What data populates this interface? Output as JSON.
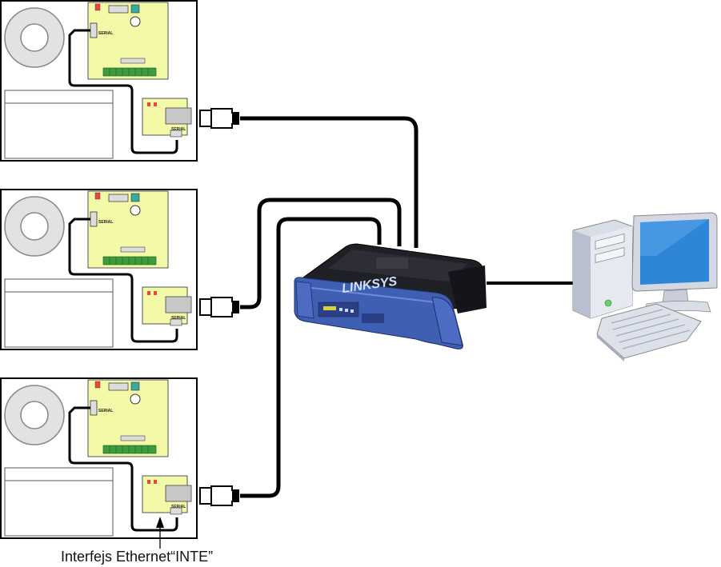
{
  "caption": "Interfejs Ethernet“INTE”",
  "panels": [
    {
      "serial_label": "SERIAL",
      "module_label": "SERIAL"
    },
    {
      "serial_label": "SERIAL",
      "module_label": "SERIAL"
    },
    {
      "serial_label": "SERIAL",
      "module_label": "SERIAL"
    }
  ],
  "router": {
    "brand": "LINKSYS"
  },
  "colors": {
    "board": "#f3f9a6",
    "cable": "#000000",
    "router_blue": "#3f5fb3",
    "router_dark": "#1c1c24",
    "monitor_screen": "#2f86d8",
    "computer_body": "#d9dde6"
  },
  "icons": [
    "tamper-disc-icon",
    "rj45-plug-icon",
    "router-icon",
    "computer-icon"
  ]
}
